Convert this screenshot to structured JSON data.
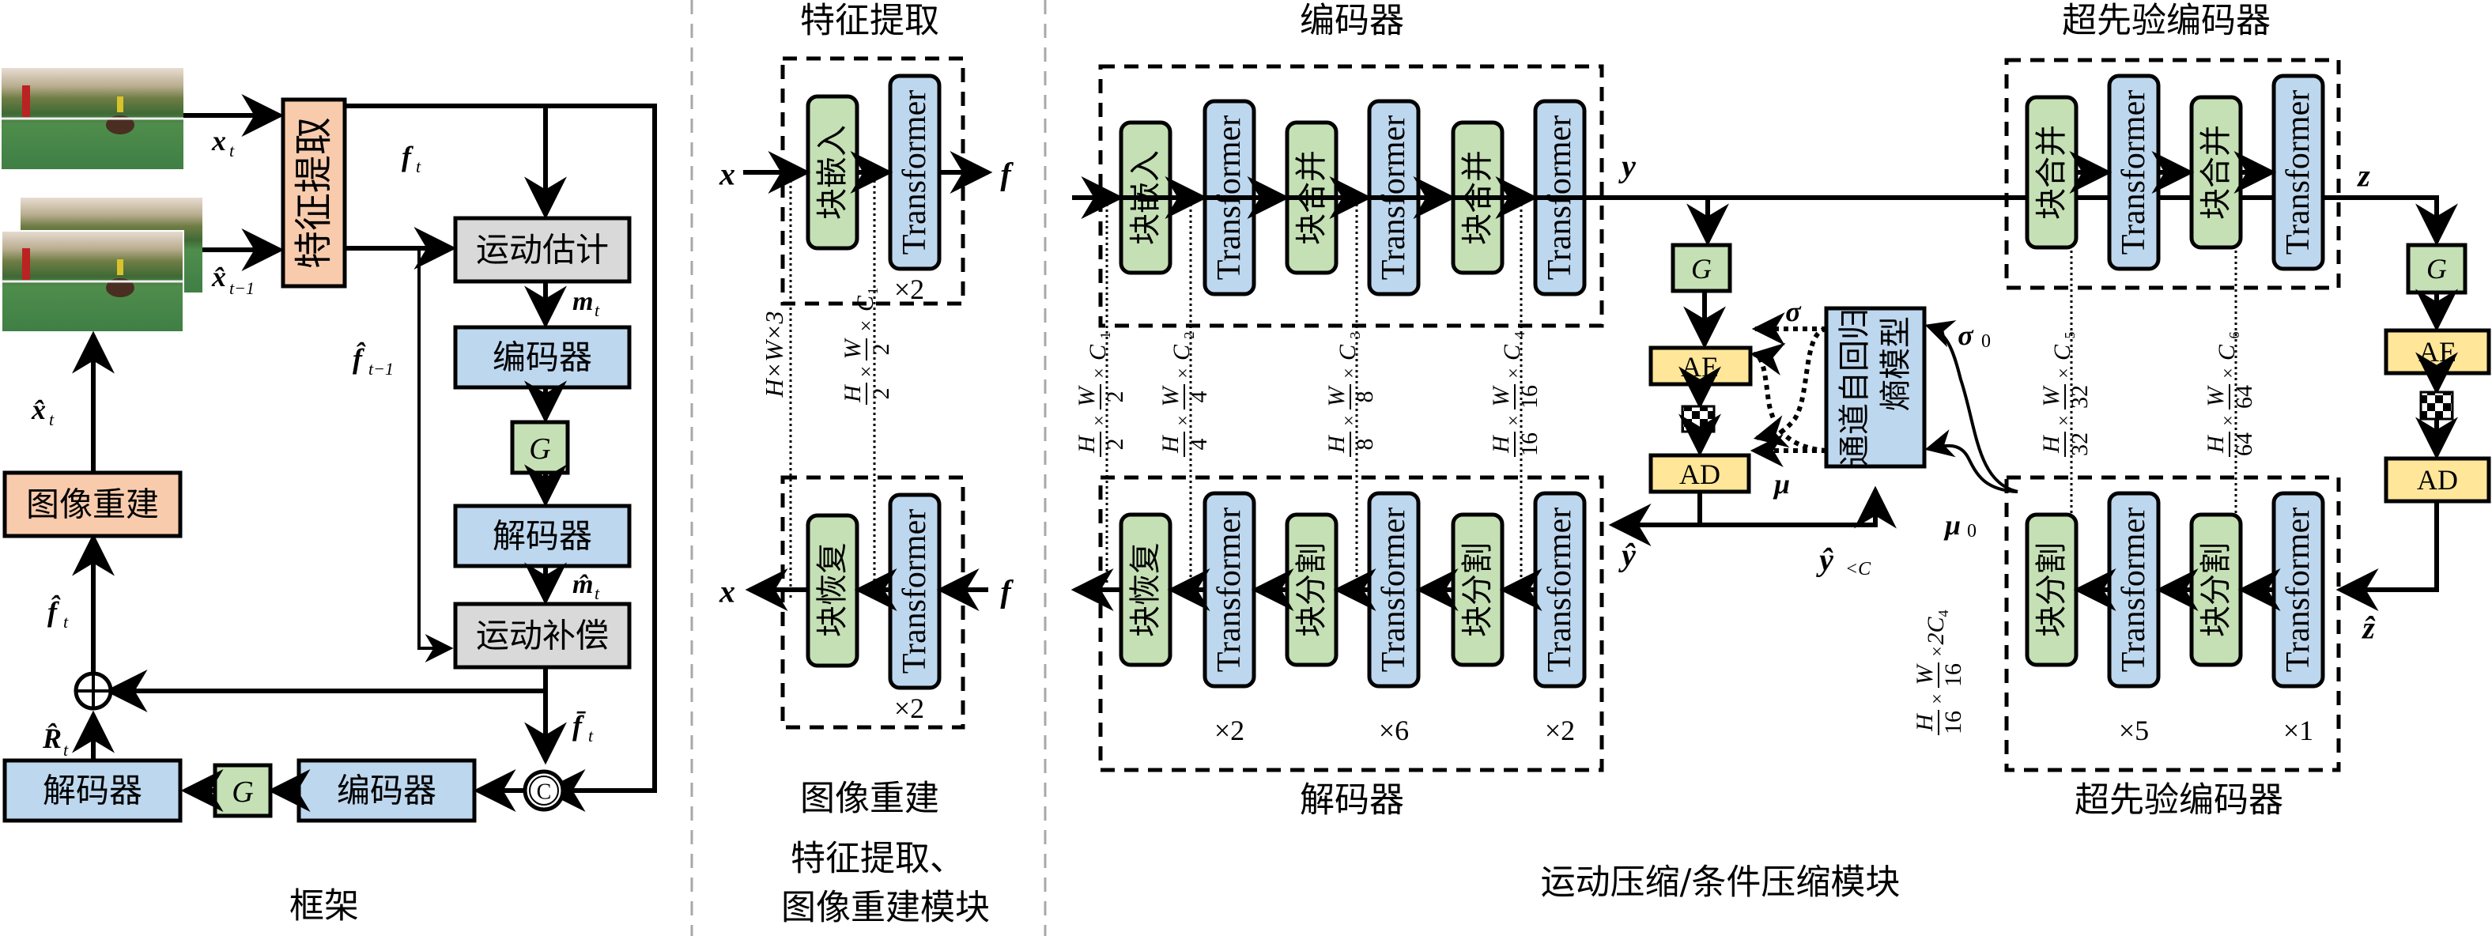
{
  "colors": {
    "orange_box": "#f8cbad",
    "gray_box": "#d9d9d9",
    "blue_box": "#bdd7ee",
    "green_box": "#c5e0b4",
    "yellow_box": "#ffe699",
    "separator": "#a8a8a8"
  },
  "framework": {
    "caption": "框架",
    "feature_extract": "特征提取",
    "motion_estimation": "运动估计",
    "encoder_top": "编码器",
    "g_top": "G",
    "decoder_top": "解码器",
    "motion_compensation": "运动补偿",
    "image_reconstruction": "图像重建",
    "decoder_bottom": "解码器",
    "g_bottom": "G",
    "encoder_bottom": "编码器",
    "concat_symbol": "C",
    "add_symbol": "⊕",
    "labels": {
      "x_t": "x",
      "x_t_sub": "t",
      "xhat_tm1": "x̂",
      "xhat_tm1_sub": "t−1",
      "f_t": "f",
      "f_t_sub": "t",
      "m_t": "m",
      "m_t_sub": "t",
      "fhat_tm1": "f̂",
      "fhat_tm1_sub": "t−1",
      "mhat_t": "m̂",
      "mhat_t_sub": "t",
      "fbar_t": "f̄",
      "fbar_t_sub": "t",
      "xhat_t": "x̂",
      "xhat_t_sub": "t",
      "fhat_t": "f̂",
      "fhat_t_sub": "t",
      "Rhat_t": "R̂",
      "Rhat_t_sub": "t"
    }
  },
  "feature_module": {
    "top_title": "特征提取",
    "bottom_title": "图像重建",
    "caption_line1": "特征提取、",
    "caption_line2": "图像重建模块",
    "patch_embed": "块嵌入",
    "transformer": "Transformer",
    "patch_restore": "块恢复",
    "repeat_top": "×2",
    "repeat_bottom": "×2",
    "in_x": "x",
    "out_f": "f",
    "out_x": "x",
    "in_f": "f",
    "dim_1": "H×W×3",
    "dim_2": "H/2×W/2×C1"
  },
  "compression_module": {
    "caption": "运动压缩/条件压缩模块",
    "encoder_title": "编码器",
    "decoder_title": "解码器",
    "hyper_encoder_title": "超先验编码器",
    "hyper_decoder_title": "超先验编码器",
    "patch_embed": "块嵌入",
    "patch_merge": "块合并",
    "patch_split": "块分割",
    "patch_restore": "块恢复",
    "transformer": "Transformer",
    "decoder_repeats": [
      "×2",
      "×6",
      "×2"
    ],
    "hyper_decoder_repeats": [
      "×5",
      "×1"
    ],
    "entropy_model": [
      "通道自回归",
      "熵模型"
    ],
    "g": "G",
    "ae": "AE",
    "ad": "AD",
    "labels": {
      "y": "y",
      "z": "z",
      "yhat": "ŷ",
      "zhat": "ẑ",
      "yhat_lt_c": "ŷ",
      "yhat_lt_c_sub": "<C",
      "sigma": "σ",
      "mu": "μ",
      "sigma0": "σ",
      "mu0": "μ",
      "zero_sub": "0"
    },
    "dims": {
      "d1": [
        "H",
        "2",
        "W",
        "2",
        "C",
        "1"
      ],
      "d2": [
        "H",
        "4",
        "W",
        "4",
        "C",
        "2"
      ],
      "d3": [
        "H",
        "8",
        "W",
        "8",
        "C",
        "3"
      ],
      "d4": [
        "H",
        "16",
        "W",
        "16",
        "C",
        "4"
      ],
      "d5": [
        "H",
        "32",
        "W",
        "32",
        "C",
        "5"
      ],
      "d6": [
        "H",
        "64",
        "W",
        "64",
        "C",
        "6"
      ],
      "d7": [
        "H",
        "16",
        "W",
        "16",
        "2C",
        "4"
      ]
    }
  }
}
